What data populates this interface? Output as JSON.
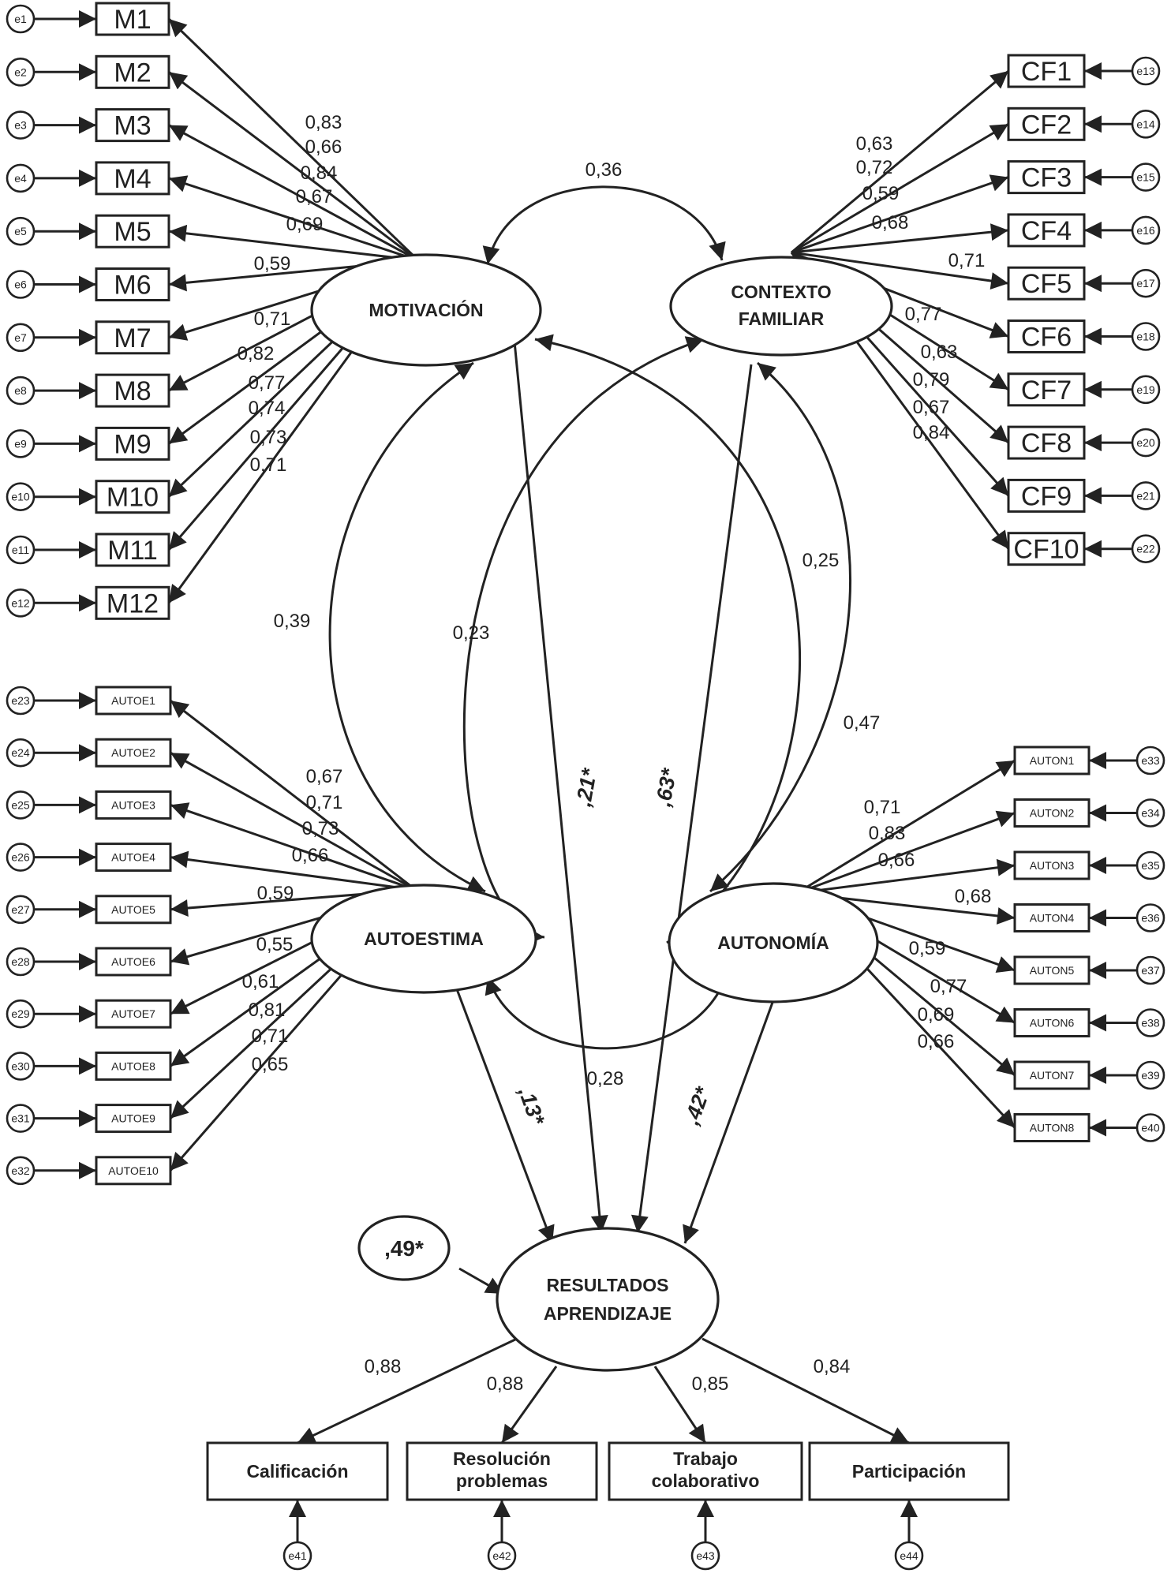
{
  "latents": {
    "motivacion": "MOTIVACIÓN",
    "contexto": [
      "CONTEXTO",
      "FAMILIAR"
    ],
    "autoestima": "AUTOESTIMA",
    "autonomia": "AUTONOMÍA",
    "resultados": [
      "RESULTADOS",
      "APRENDIZAJE"
    ],
    "residual": ",49*"
  },
  "motivacion_items": [
    {
      "box": "M1",
      "err": "e1"
    },
    {
      "box": "M2",
      "err": "e2"
    },
    {
      "box": "M3",
      "err": "e3"
    },
    {
      "box": "M4",
      "err": "e4"
    },
    {
      "box": "M5",
      "err": "e5"
    },
    {
      "box": "M6",
      "err": "e6"
    },
    {
      "box": "M7",
      "err": "e7"
    },
    {
      "box": "M8",
      "err": "e8"
    },
    {
      "box": "M9",
      "err": "e9"
    },
    {
      "box": "M10",
      "err": "e10"
    },
    {
      "box": "M11",
      "err": "e11"
    },
    {
      "box": "M12",
      "err": "e12"
    }
  ],
  "motivacion_loadings": [
    "0,83",
    "0,66",
    "0,84",
    "0,67",
    "0,69",
    "0,59",
    "0,71",
    "0,82",
    "0,77",
    "0,74",
    "0,73",
    "0,71"
  ],
  "contexto_items": [
    {
      "box": "CF1",
      "err": "e13"
    },
    {
      "box": "CF2",
      "err": "e14"
    },
    {
      "box": "CF3",
      "err": "e15"
    },
    {
      "box": "CF4",
      "err": "e16"
    },
    {
      "box": "CF5",
      "err": "e17"
    },
    {
      "box": "CF6",
      "err": "e18"
    },
    {
      "box": "CF7",
      "err": "e19"
    },
    {
      "box": "CF8",
      "err": "e20"
    },
    {
      "box": "CF9",
      "err": "e21"
    },
    {
      "box": "CF10",
      "err": "e22"
    }
  ],
  "contexto_loadings": [
    "0,63",
    "0,72",
    "0,59",
    "0,68",
    "0,71",
    "0,77",
    "0,63",
    "0,79",
    "0,67",
    "0,84"
  ],
  "autoestima_items": [
    {
      "box": "AUTOE1",
      "err": "e23"
    },
    {
      "box": "AUTOE2",
      "err": "e24"
    },
    {
      "box": "AUTOE3",
      "err": "e25"
    },
    {
      "box": "AUTOE4",
      "err": "e26"
    },
    {
      "box": "AUTOE5",
      "err": "e27"
    },
    {
      "box": "AUTOE6",
      "err": "e28"
    },
    {
      "box": "AUTOE7",
      "err": "e29"
    },
    {
      "box": "AUTOE8",
      "err": "e30"
    },
    {
      "box": "AUTOE9",
      "err": "e31"
    },
    {
      "box": "AUTOE10",
      "err": "e32"
    }
  ],
  "autoestima_loadings": [
    "0,67",
    "0,71",
    "0,73",
    "0,66",
    "0,59",
    "0,55",
    "0,61",
    "0,81",
    "0,71",
    "0,65"
  ],
  "autonomia_items": [
    {
      "box": "AUTON1",
      "err": "e33"
    },
    {
      "box": "AUTON2",
      "err": "e34"
    },
    {
      "box": "AUTON3",
      "err": "e35"
    },
    {
      "box": "AUTON4",
      "err": "e36"
    },
    {
      "box": "AUTON5",
      "err": "e37"
    },
    {
      "box": "AUTON6",
      "err": "e38"
    },
    {
      "box": "AUTON7",
      "err": "e39"
    },
    {
      "box": "AUTON8",
      "err": "e40"
    }
  ],
  "autonomia_loadings": [
    "0,71",
    "0,83",
    "0,66",
    "0,68",
    "0,59",
    "0,77",
    "0,69",
    "0,66"
  ],
  "resultados_items": [
    {
      "lines": [
        "Calificación"
      ],
      "err": "e41"
    },
    {
      "lines": [
        "Resolución",
        "problemas"
      ],
      "err": "e42"
    },
    {
      "lines": [
        "Trabajo",
        "colaborativo"
      ],
      "err": "e43"
    },
    {
      "lines": [
        "Participación"
      ],
      "err": "e44"
    }
  ],
  "resultados_loadings": [
    "0,88",
    "0,88",
    "0,85",
    "0,84"
  ],
  "correlations": {
    "mot_ctx": "0,36",
    "mot_ae": "0,39",
    "ctx_ae": "0,23",
    "ctx_an": "0,25",
    "mot_an": "0,47",
    "ae_an": "0,28"
  },
  "paths": {
    "motivacion": ",21*",
    "contexto": ",63*",
    "autoestima": ",13*",
    "autonomia": ",42*"
  }
}
